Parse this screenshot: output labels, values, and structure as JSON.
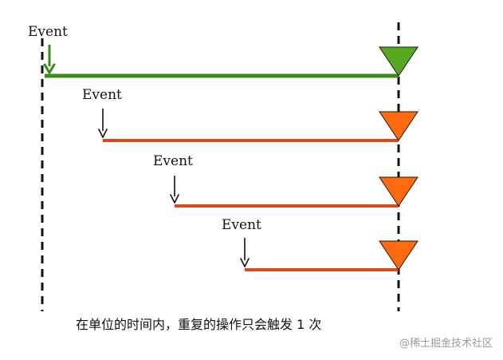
{
  "events": [
    {
      "label": "Event",
      "color": "#3c8a1d",
      "marker_color": "#56a81e",
      "emphasis": true
    },
    {
      "label": "Event",
      "color": "#dc4a1a",
      "marker_color": "#ff6a10",
      "emphasis": false
    },
    {
      "label": "Event",
      "color": "#dc4a1a",
      "marker_color": "#ff6a10",
      "emphasis": false
    },
    {
      "label": "Event",
      "color": "#dc4a1a",
      "marker_color": "#ff6a10",
      "emphasis": false
    }
  ],
  "caption": "在单位的时间内，重复的操作只会触发 1 次",
  "watermark": "@稀土掘金技术社区"
}
